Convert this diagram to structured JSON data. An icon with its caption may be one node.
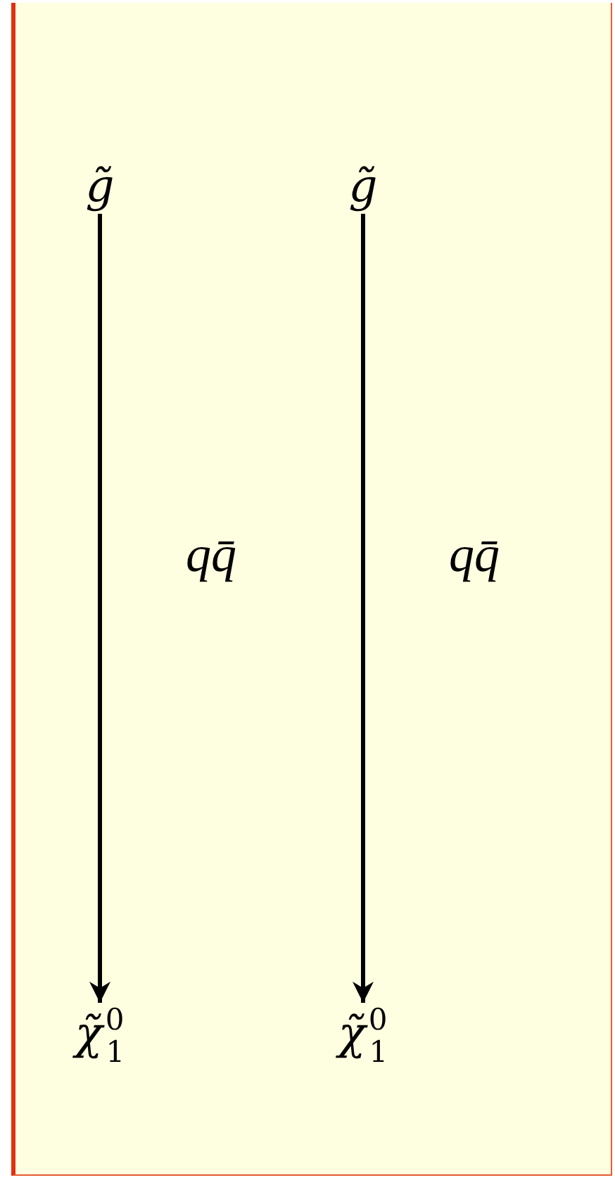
{
  "diagram": {
    "nodes": [
      {
        "text": [
          "g̃"
        ]
      },
      {
        "text": [
          "g̃"
        ]
      },
      {
        "text": [
          "χ̃$^{0}$$_{1}$"
        ]
      },
      {
        "text": [
          "χ̃$^{0}$$_{1}$"
        ]
      }
    ],
    "edges": [
      {
        "from": 0,
        "to": 2,
        "arrow": "to",
        "label": "qq̄"
      },
      {
        "from": 1,
        "to": 3,
        "arrow": "to",
        "label": "qq̄"
      }
    ]
  }
}
